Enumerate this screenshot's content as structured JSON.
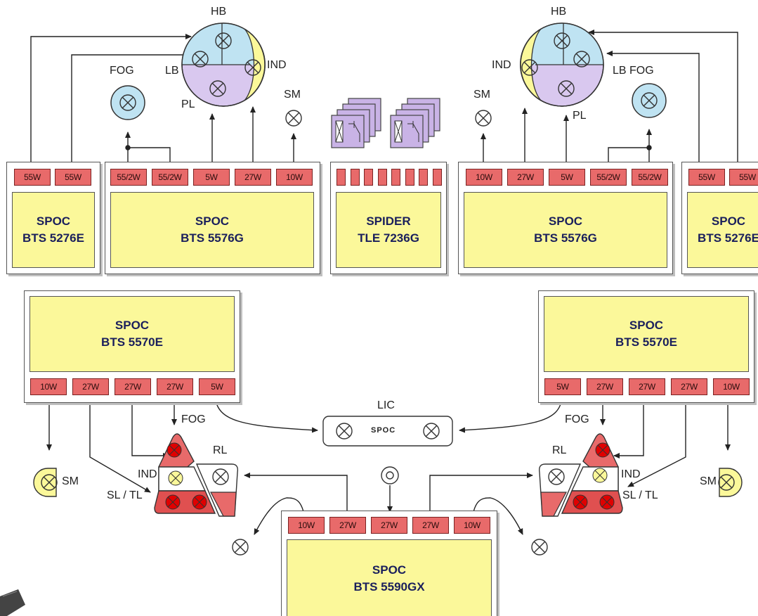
{
  "modules": {
    "top_left_5276": {
      "name": "SPOC",
      "part": "BTS 5276E",
      "pins": [
        "55W",
        "55W"
      ]
    },
    "top_left_5576": {
      "name": "SPOC",
      "part": "BTS 5576G",
      "pins": [
        "55/2W",
        "55/2W",
        "5W",
        "27W",
        "10W"
      ]
    },
    "spider": {
      "name": "SPIDER",
      "part": "TLE 7236G"
    },
    "top_right_5576": {
      "name": "SPOC",
      "part": "BTS 5576G",
      "pins": [
        "10W",
        "27W",
        "5W",
        "55/2W",
        "55/2W"
      ]
    },
    "top_right_5276": {
      "name": "SPOC",
      "part": "BTS 5276E",
      "pins": [
        "55W",
        "55W"
      ]
    },
    "mid_left_5570": {
      "name": "SPOC",
      "part": "BTS 5570E",
      "pins": [
        "10W",
        "27W",
        "27W",
        "27W",
        "5W"
      ]
    },
    "mid_right_5570": {
      "name": "SPOC",
      "part": "BTS 5570E",
      "pins": [
        "5W",
        "27W",
        "27W",
        "27W",
        "10W"
      ]
    },
    "bottom_5590": {
      "name": "SPOC",
      "part": "BTS 5590GX",
      "pins": [
        "10W",
        "27W",
        "27W",
        "27W",
        "10W"
      ]
    }
  },
  "lamp_labels": {
    "hb_left": "HB",
    "lb_left": "LB",
    "ind_left": "IND",
    "pl_left": "PL",
    "fog_left": "FOG",
    "sm_left": "SM",
    "hb_right": "HB",
    "ind_right": "IND",
    "lb_fog_right": "LB FOG",
    "pl_right": "PL",
    "sm_right": "SM",
    "fog_rear_left": "FOG",
    "rl_left": "RL",
    "ind_rear_left": "IND",
    "sltl_left": "SL / TL",
    "sm_rear_left": "SM",
    "fog_rear_right": "FOG",
    "rl_right": "RL",
    "ind_rear_right": "IND",
    "sltl_right": "SL / TL",
    "sm_rear_right": "SM",
    "lic": "LIC",
    "lic_spoc": "SPOC"
  },
  "colors": {
    "pin": "#e86a6a",
    "chip": "#fbf89a",
    "hb_blue": "#bfe3f2",
    "ind_yellow": "#fbf89a",
    "pl_lilac": "#d9c8ef",
    "fog_blue": "#bfe3f2",
    "lamp_red": "#e05050",
    "spider_purple": "#c9b3e6"
  }
}
